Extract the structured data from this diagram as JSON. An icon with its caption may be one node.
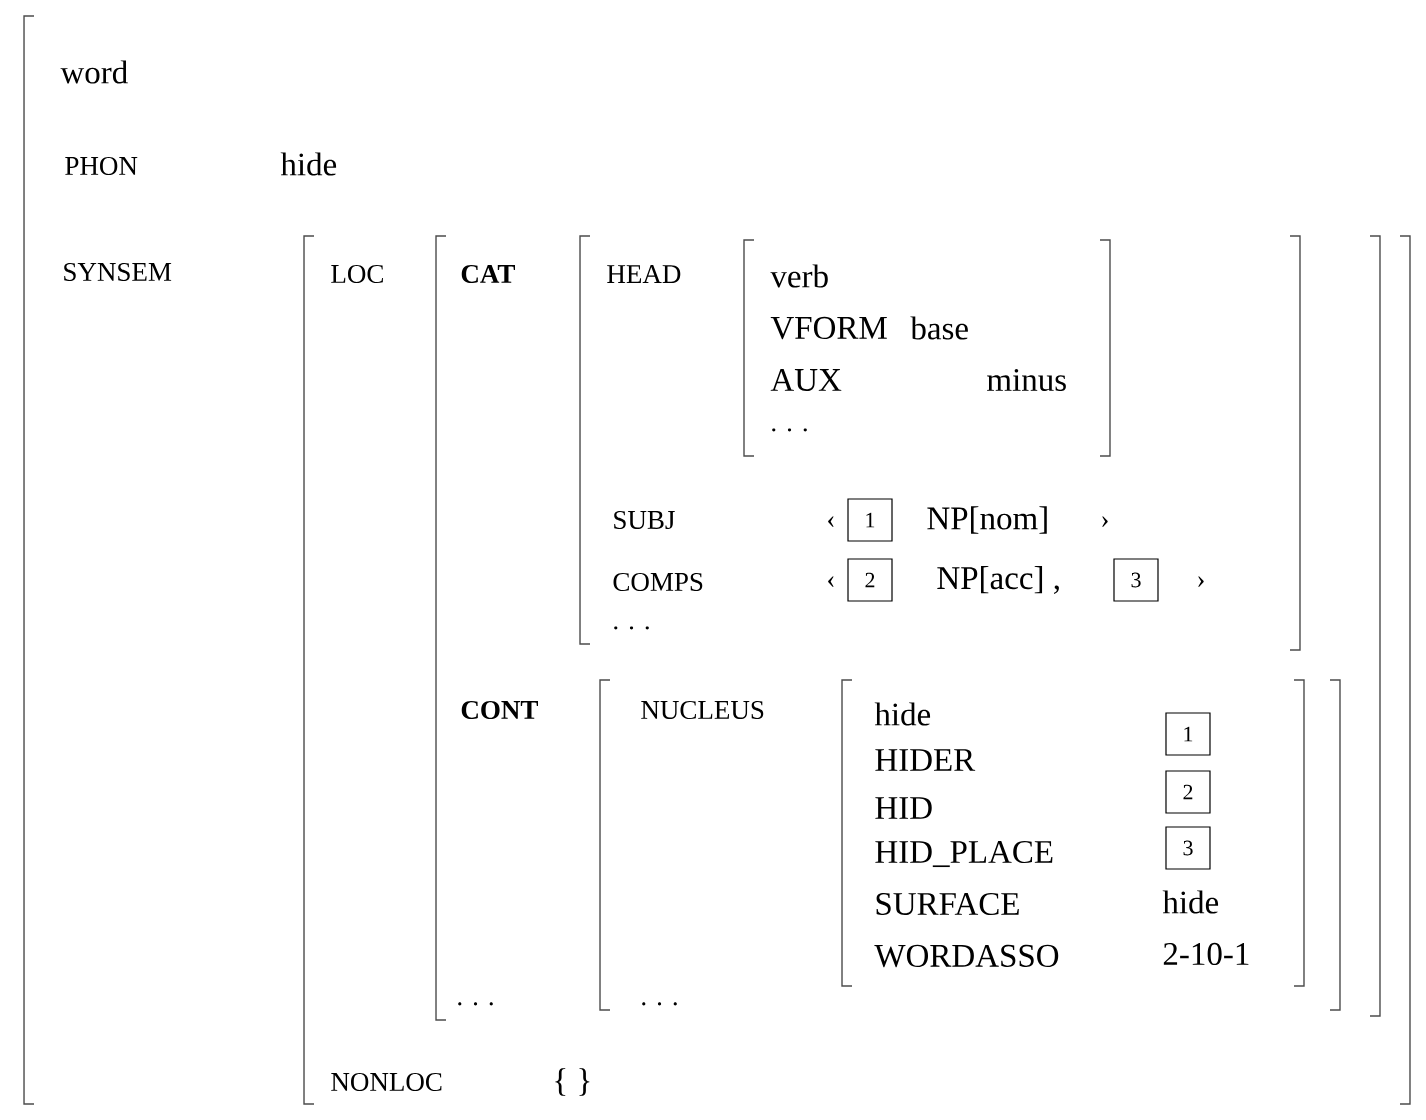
{
  "diagram": {
    "nodes": [
      {
        "text": [
          "1"
        ]
      },
      {
        "text": [
          "2"
        ]
      },
      {
        "text": [
          "3"
        ]
      },
      {
        "text": [
          "1"
        ]
      },
      {
        "text": [
          "2"
        ]
      },
      {
        "text": [
          "3"
        ]
      }
    ],
    "labels": [
      "word",
      "PHON",
      "hide",
      "SYNSEM",
      "LOC",
      "CAT",
      "HEAD",
      "verb",
      "VFORM",
      "base",
      "AUX",
      "minus",
      ". . .",
      "SUBJ",
      "‹",
      "NP[nom]",
      "›",
      "COMPS",
      "‹",
      "NP[acc] ,",
      "›",
      ". . .",
      "CONT",
      "NUCLEUS",
      "hide",
      "HIDER",
      "HID",
      "HID_PLACE",
      "SURFACE",
      "hide",
      "WORDASSO",
      "2-10-1",
      ". . .",
      ". . .",
      "NONLOC",
      "{ }"
    ]
  }
}
